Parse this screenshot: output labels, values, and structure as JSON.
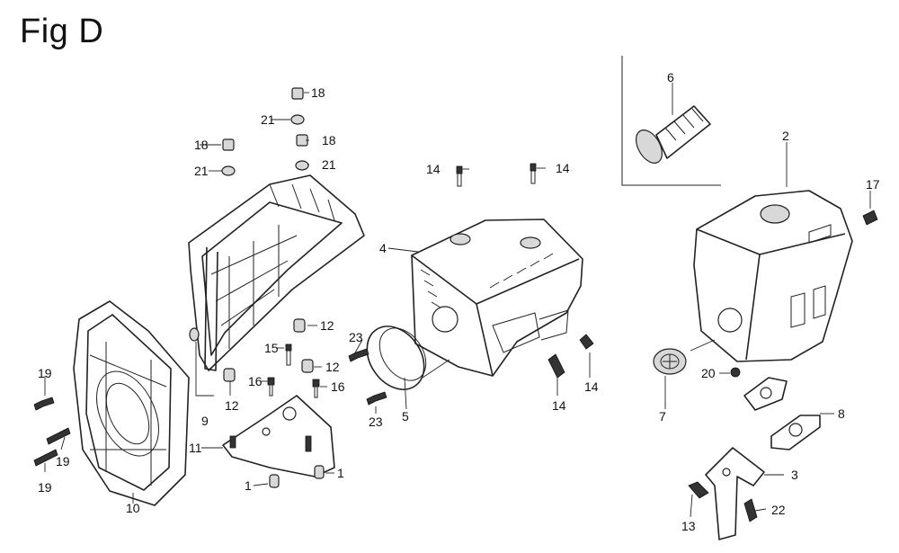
{
  "figure": {
    "title": "Fig D"
  },
  "callouts": {
    "c1a": "1",
    "c1b": "1",
    "c2": "2",
    "c3": "3",
    "c4": "4",
    "c5": "5",
    "c6": "6",
    "c7": "7",
    "c8": "8",
    "c9": "9",
    "c10": "10",
    "c11": "11",
    "c12a": "12",
    "c12b": "12",
    "c12c": "12",
    "c13": "13",
    "c14a": "14",
    "c14b": "14",
    "c14c": "14",
    "c14d": "14",
    "c15": "15",
    "c16a": "16",
    "c16b": "16",
    "c17": "17",
    "c18a": "18",
    "c18b": "18",
    "c18c": "18",
    "c19a": "19",
    "c19b": "19",
    "c19c": "19",
    "c20": "20",
    "c21a": "21",
    "c21b": "21",
    "c21c": "21",
    "c22": "22",
    "c23a": "23",
    "c23b": "23"
  }
}
